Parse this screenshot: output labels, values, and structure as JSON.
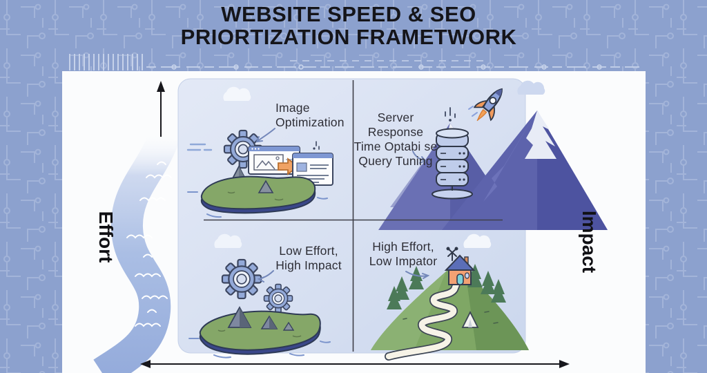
{
  "title": {
    "line1": "WEBSITE SPEED & SEO",
    "line2": "PRIORTIZATION FRAMETWORK"
  },
  "axes": {
    "y_label": "Effort",
    "x_label": "Impact"
  },
  "quadrants": {
    "top_left": {
      "lines": [
        "Image",
        "Optimization"
      ]
    },
    "top_right": {
      "lines": [
        "Server Response",
        "Time Optabi se",
        "Query Tuning"
      ]
    },
    "bottom_left": {
      "lines": [
        "Low Effort,",
        "High Impact"
      ]
    },
    "bottom_right": {
      "lines": [
        "High Effort,",
        "Low Impator"
      ]
    }
  },
  "icons": [
    "circuit-pattern",
    "river-icon",
    "up-arrow-icon",
    "double-arrow-icon",
    "gear-icon",
    "browser-window-icon",
    "image-placeholder-icon",
    "block-arrow-icon",
    "island-icon",
    "rock-icon",
    "cloud-icon",
    "annotation-arrow-icon",
    "server-stack-icon",
    "rocket-icon",
    "mountain-icon",
    "hill-icon",
    "winding-path-icon",
    "house-icon",
    "weather-vane-icon",
    "tent-icon",
    "tree-icon"
  ],
  "colors": {
    "background": "#8CA1CE",
    "circuit_trace": "#BCC9E5",
    "panel_white": "#FBFCFD",
    "quadrant_bg": "#D8E0F1",
    "divider": "#3F3F49",
    "title_text": "#15151A",
    "label_text": "#2E2E36",
    "mountain_purple": "#5D63AC",
    "island_green": "#85A768",
    "gear_blue": "#93A9D8",
    "accent_orange": "#F0A264",
    "river_blue": "#A9BDE3",
    "house_roof": "#5B6EB8",
    "door_teal": "#7ED3D8"
  }
}
